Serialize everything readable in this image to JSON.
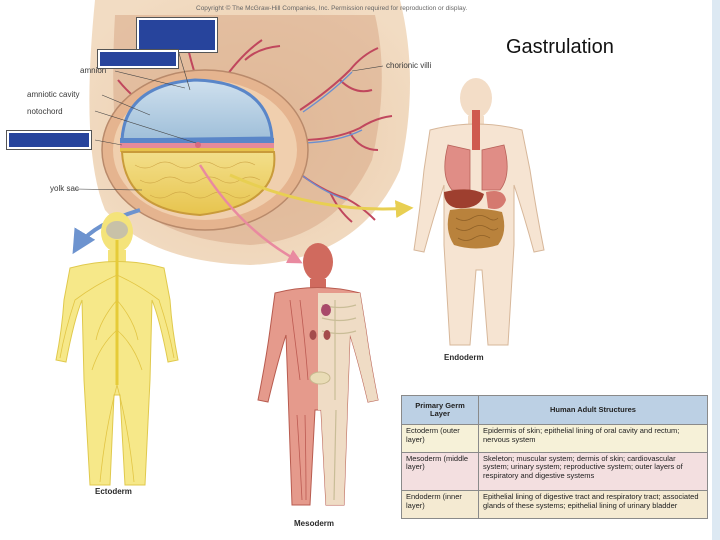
{
  "title": "Gastrulation",
  "copyright": "Copyright © The McGraw-Hill Companies, Inc. Permission required for reproduction or display.",
  "embryo_labels": {
    "amnion": "amnion",
    "amniotic_cavity": "amniotic cavity",
    "notochord": "notochord",
    "yolk_sac": "yolk sac",
    "chorionic_villi": "chorionic villi"
  },
  "figure_captions": {
    "ectoderm": "Ectoderm",
    "mesoderm": "Mesoderm",
    "endoderm": "Endoderm"
  },
  "table": {
    "headers": [
      "Primary Germ Layer",
      "Human Adult Structures"
    ],
    "rows": [
      {
        "layer": "Ectoderm (outer layer)",
        "structures": "Epidermis of skin; epithelial lining of oral cavity and rectum; nervous system"
      },
      {
        "layer": "Mesoderm (middle layer)",
        "structures": "Skeleton; muscular system; dermis of skin; cardiovascular system; urinary system; reproductive system; outer layers of respiratory and digestive systems"
      },
      {
        "layer": "Endoderm (inner layer)",
        "structures": "Epithelial lining of digestive tract and respiratory tract; associated glands of these systems; epithelial lining of urinary bladder"
      }
    ]
  },
  "colors": {
    "ectoderm_blue": "#5a86c8",
    "mesoderm_pink": "#e58a9a",
    "endoderm_yellow": "#e6c24a",
    "blank_label_box": "#27449c"
  }
}
